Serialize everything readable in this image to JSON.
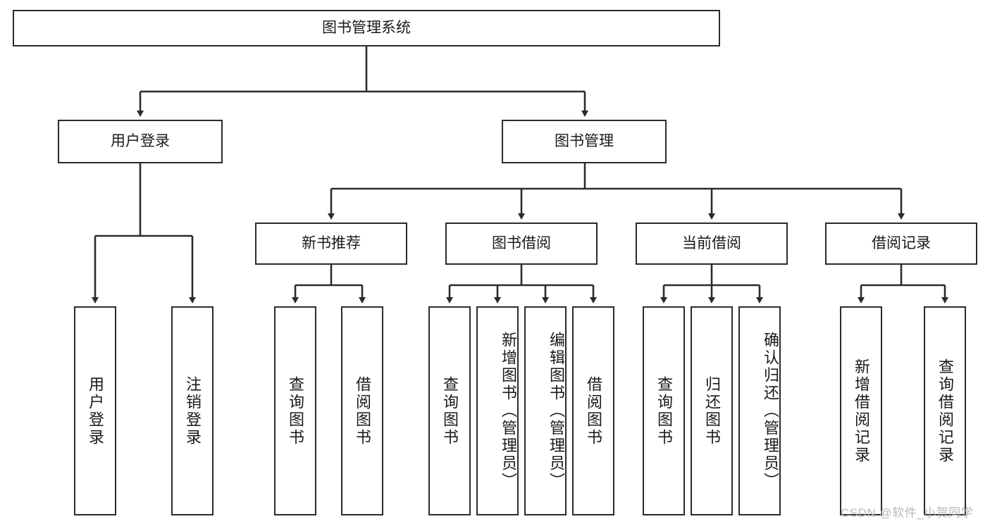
{
  "diagram": {
    "title": "图书管理系统",
    "type": "hierarchy-tree",
    "colors": {
      "box_border": "#2b2b2b",
      "box_fill": "#ffffff",
      "connector": "#2b2b2b",
      "text": "#1a1a1a",
      "watermark": "#b8b8b8"
    },
    "nodes": {
      "root": {
        "label": "图书管理系统"
      },
      "level2": [
        {
          "id": "user-login",
          "label": "用户登录"
        },
        {
          "id": "book-management",
          "label": "图书管理"
        }
      ],
      "level3": [
        {
          "id": "new-book-recommend",
          "label": "新书推荐"
        },
        {
          "id": "book-borrow",
          "label": "图书借阅"
        },
        {
          "id": "current-borrow",
          "label": "当前借阅"
        },
        {
          "id": "borrow-record",
          "label": "借阅记录"
        }
      ],
      "leaves": {
        "user_login": [
          {
            "id": "leaf-user-login",
            "label": "用户登录"
          },
          {
            "id": "leaf-logout-login",
            "label": "注销登录"
          }
        ],
        "new_book_recommend": [
          {
            "id": "leaf-query-book-1",
            "label": "查询图书"
          },
          {
            "id": "leaf-borrow-book-1",
            "label": "借阅图书"
          }
        ],
        "book_borrow": [
          {
            "id": "leaf-query-book-2",
            "label": "查询图书"
          },
          {
            "id": "leaf-add-book",
            "label": "新增图书（管理员）"
          },
          {
            "id": "leaf-edit-book",
            "label": "编辑图书（管理员）"
          },
          {
            "id": "leaf-borrow-book-2",
            "label": "借阅图书"
          }
        ],
        "current_borrow": [
          {
            "id": "leaf-query-book-3",
            "label": "查询图书"
          },
          {
            "id": "leaf-return-book",
            "label": "归还图书"
          },
          {
            "id": "leaf-confirm-return",
            "label": "确认归还（管理员）"
          }
        ],
        "borrow_record": [
          {
            "id": "leaf-add-record",
            "label": "新增借阅记录"
          },
          {
            "id": "leaf-query-record",
            "label": "查询借阅记录"
          }
        ]
      }
    }
  },
  "watermark": {
    "text": "CSDN @软件_小贺同学"
  }
}
